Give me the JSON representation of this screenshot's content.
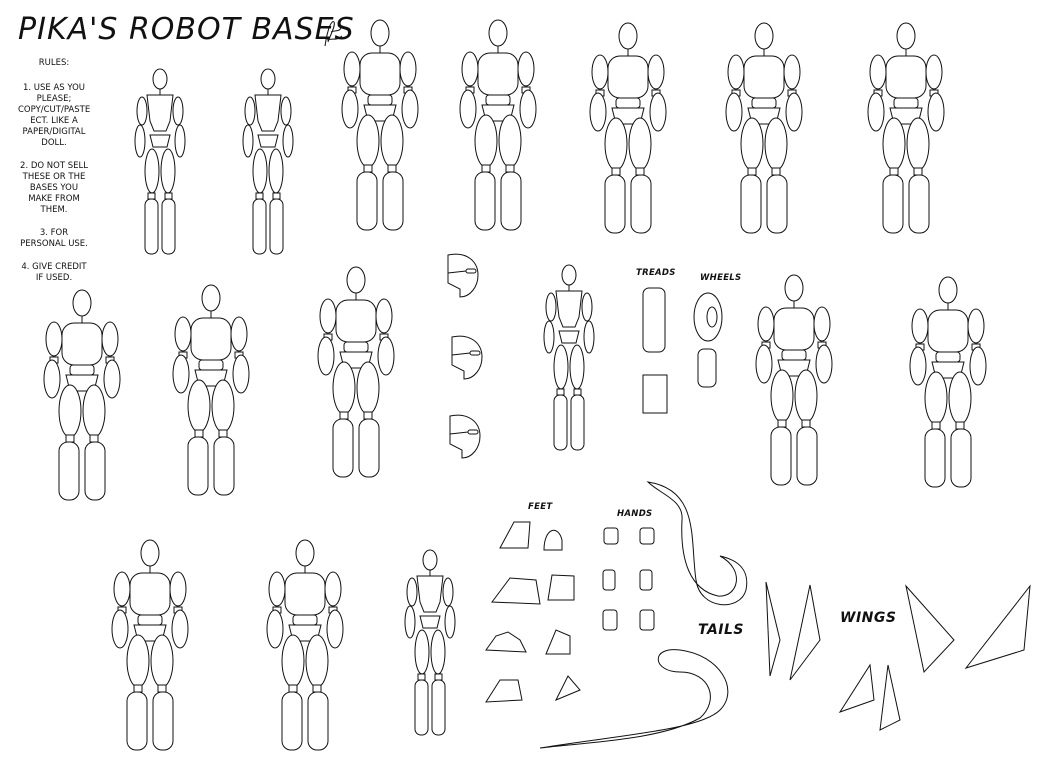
{
  "header": {
    "title": "PIKA'S ROBOT BASES"
  },
  "rules": {
    "heading": "RULES:",
    "items": [
      "1. USE AS YOU PLEASE; COPY/CUT/PASTE ECT. LIKE A PAPER/DIGITAL DOLL.",
      "2. DO NOT SELL THESE OR THE BASES YOU MAKE FROM THEM.",
      "3. FOR PERSONAL USE.",
      "4. GIVE CREDIT IF USED."
    ]
  },
  "labels": {
    "treads": "TREADS",
    "wheels": "WHEELS",
    "feet": "FEET",
    "hands": "HANDS",
    "tails": "TAILS",
    "wings": "WINGS"
  }
}
